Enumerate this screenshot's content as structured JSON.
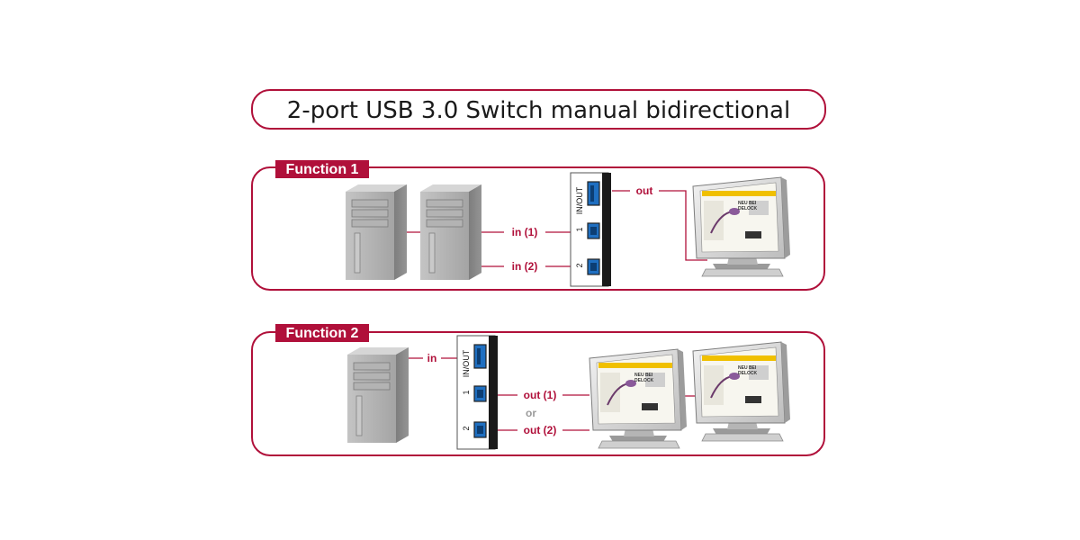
{
  "title": "2-port USB 3.0 Switch manual bidirectional",
  "function1": {
    "tab": "Function 1",
    "label_in1": "in (1)",
    "label_in2": "in (2)",
    "label_out": "out",
    "port_inout": "IN/OUT",
    "port_1": "1",
    "port_2": "2"
  },
  "function2": {
    "tab": "Function 2",
    "label_in": "in",
    "label_out1": "out (1)",
    "label_or": "or",
    "label_out2": "out (2)",
    "port_inout": "IN/OUT",
    "port_1": "1",
    "port_2": "2"
  },
  "monitor_screen_text": [
    "NEU BEI",
    "DELOCK"
  ],
  "colors": {
    "accent": "#b0103a",
    "usb_blue": "#1f6fc1",
    "device_body": "#ffffff",
    "computer_gray": "#a8a8a8"
  },
  "icons": [
    "computer-tower-icon",
    "usb-switch-icon",
    "usb-a-port-icon",
    "usb-b-port-icon",
    "monitor-icon"
  ]
}
